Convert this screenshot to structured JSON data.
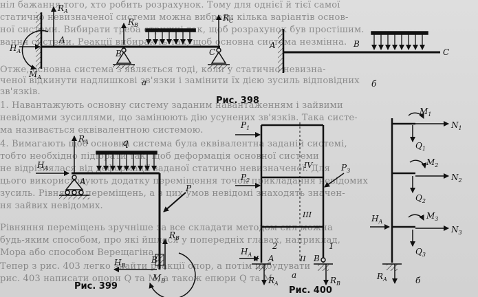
{
  "background_text": [
    "ніл бажання того, хто робить розрахунок. Тому для однієї й тієї самої",
    "статично невизначеної системи можна вибрати кілька варіантів основ-",
    "ної системи. Вибирати треба стрижні так, щоб розрахунок був простішим.",
    "вання системи. Реакції вибирають так, щоб основна система незмінна.",
    "Отже, основна система з'являється тоді, коли у статично невизна-",
    "ченої відкинути надлишкові зв'язки і замінити їх дією зусиль відповідних",
    "зв'язків.",
    "1. Навантажують основну систему заданим навантаженням і зайвими",
    "невідомими зусиллями, що замінюють дію усунених зв'язків. Така систе-",
    "ма називається еквівалентною системою.",
    "4. Вимагають щоб основна система була еквівалентна заданій системі,",
    "тобто необхідно підібрати так, щоб деформація основної системи",
    "не відрізнялася від деформації заданої статично невизначеної. Для",
    "цього використовують додатку переміщення точок прикладання невідомих",
    "зусиль. Рівняння переміщень, а з цих умов невідомі знаходять значен-",
    "ня зайвих невідомих.",
    "Рівняння переміщень зручніше за все складати методом сил можна",
    "будь-яким способом, про які йшлося у попередніх главах, наприклад,",
    "Мора або способом Верещагіна.",
    "Тепер з рис. 403 легко знайти реакції опор, а потім побудувати",
    "рис. 403 написати опори Q та M, а також епюри Q та M."
  ],
  "labels": {
    "fig398": {
      "RA": "R",
      "RA_sub": "A",
      "HA": "H",
      "HA_sub": "A",
      "MA": "M",
      "MA_sub": "A",
      "A": "A",
      "RB": "R",
      "RB_sub": "B",
      "B": "B",
      "RC": "R",
      "RC_sub": "C",
      "C": "C",
      "a": "а",
      "A2": "A",
      "B2": "B",
      "C2": "C",
      "b": "б",
      "caption": "Рис. 398"
    },
    "fig399": {
      "HA": "H",
      "HA_sub": "A",
      "RA": "R",
      "RA_sub": "A",
      "q": "q",
      "A": "A",
      "P": "P",
      "RB": "R",
      "RB_sub": "B",
      "HB": "H",
      "HB_sub": "B",
      "B": "B",
      "MB": "M",
      "MB_sub": "B",
      "caption": "Рис. 399"
    },
    "fig400": {
      "P1": "P",
      "P1_sub": "1",
      "P2": "P",
      "P2_sub": "2",
      "P3": "P",
      "P3_sub": "3",
      "IV": "IV",
      "III": "III",
      "II": "II",
      "I": "I",
      "HA": "H",
      "HA_sub": "A",
      "n2": "2",
      "A": "A",
      "B": "B",
      "n1": "1",
      "RA": "R",
      "RA_sub": "A",
      "RB": "R",
      "RB_sub": "B",
      "a": "а",
      "M1": "M",
      "M1_sub": "1",
      "N1": "N",
      "N1_sub": "1",
      "Q1": "Q",
      "Q1_sub": "1",
      "M2": "M",
      "M2_sub": "2",
      "N2": "N",
      "N2_sub": "2",
      "Q2": "Q",
      "Q2_sub": "2",
      "HA_r": "H",
      "HA_r_sub": "A",
      "M3": "M",
      "M3_sub": "3",
      "N3": "N",
      "N3_sub": "3",
      "Q3": "Q",
      "Q3_sub": "3",
      "RA_r": "R",
      "RA_r_sub": "A",
      "b": "б",
      "caption": "Рис. 400"
    }
  },
  "colors": {
    "ink": "#111111",
    "paper": "#d9d9d9"
  }
}
